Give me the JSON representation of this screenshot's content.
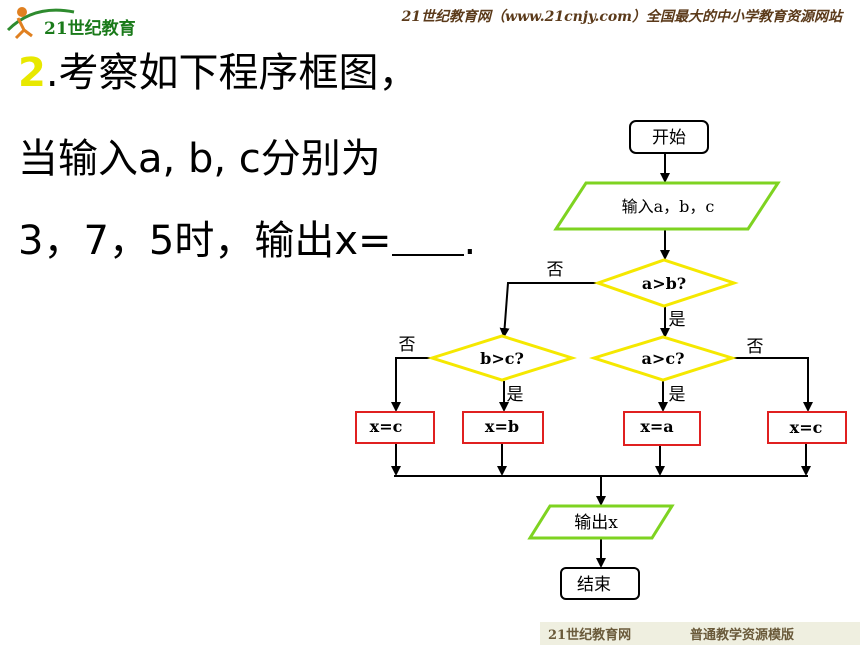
{
  "header": {
    "logo_text": "21世纪教育",
    "site_text": "21世纪教育网（www.21cnjy.com）全国最大的中小学教育资源网站"
  },
  "question": {
    "number": "2",
    "line1": ".考察如下程序框图，",
    "line2": "当输入a, b, c分别为",
    "line3": "3，7，5时，输出x=",
    "line3_end": "."
  },
  "flowchart": {
    "start": "开始",
    "input": "输入a，b，c",
    "cond1": "a>b?",
    "cond2": "b>c?",
    "cond3": "a>c?",
    "no": "否",
    "yes": "是",
    "box1": "x=c",
    "box2": "x=b",
    "box3": "x=a",
    "box4": "x=c",
    "output": "输出x",
    "end": "结束"
  },
  "footer": {
    "left": "21世纪教育网",
    "right": "普通教学资源模版"
  }
}
